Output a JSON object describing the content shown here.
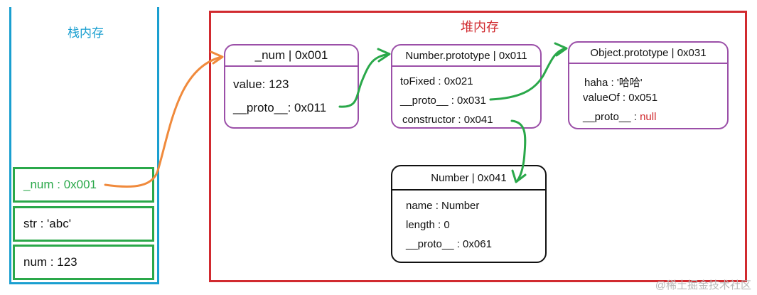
{
  "stack": {
    "title": "栈内存",
    "cells": [
      {
        "label": "_num : 0x001"
      },
      {
        "label": "str : 'abc'"
      },
      {
        "label": "num : 123"
      }
    ]
  },
  "heap": {
    "title": "堆内存",
    "num_obj": {
      "header": "_num |   0x001",
      "value": "value: 123",
      "proto": "__proto__: 0x011"
    },
    "number_proto": {
      "header": "Number.prototype | 0x011",
      "toFixed": "toFixed : 0x021",
      "proto": "__proto__ : 0x031",
      "constructor": "constructor :  0x041"
    },
    "object_proto": {
      "header": "Object.prototype | 0x031",
      "haha": "haha : '哈哈'",
      "valueOf": "valueOf : 0x051",
      "proto_key": "__proto__ : ",
      "proto_val": "null"
    },
    "number_fn": {
      "header": "Number | 0x041",
      "name": "name : Number",
      "length": "length : 0",
      "proto": "__proto__ : 0x061"
    }
  },
  "watermark": "@稀土掘金技术社区",
  "colors": {
    "stack": "#1a9fd0",
    "heap": "#d12a2f",
    "object_border": "#9b4fa8",
    "cell_border": "#2aa84a",
    "arrow_orange": "#f08a3c",
    "arrow_green": "#2aa84a"
  }
}
